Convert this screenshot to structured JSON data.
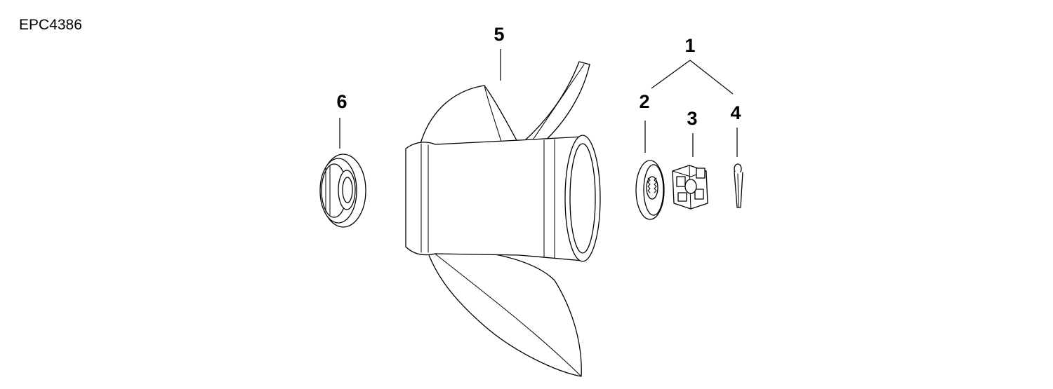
{
  "diagram": {
    "code": "EPC4386",
    "callouts": [
      {
        "id": "c1",
        "label": "1"
      },
      {
        "id": "c2",
        "label": "2"
      },
      {
        "id": "c3",
        "label": "3"
      },
      {
        "id": "c4",
        "label": "4"
      },
      {
        "id": "c5",
        "label": "5"
      },
      {
        "id": "c6",
        "label": "6"
      }
    ]
  }
}
